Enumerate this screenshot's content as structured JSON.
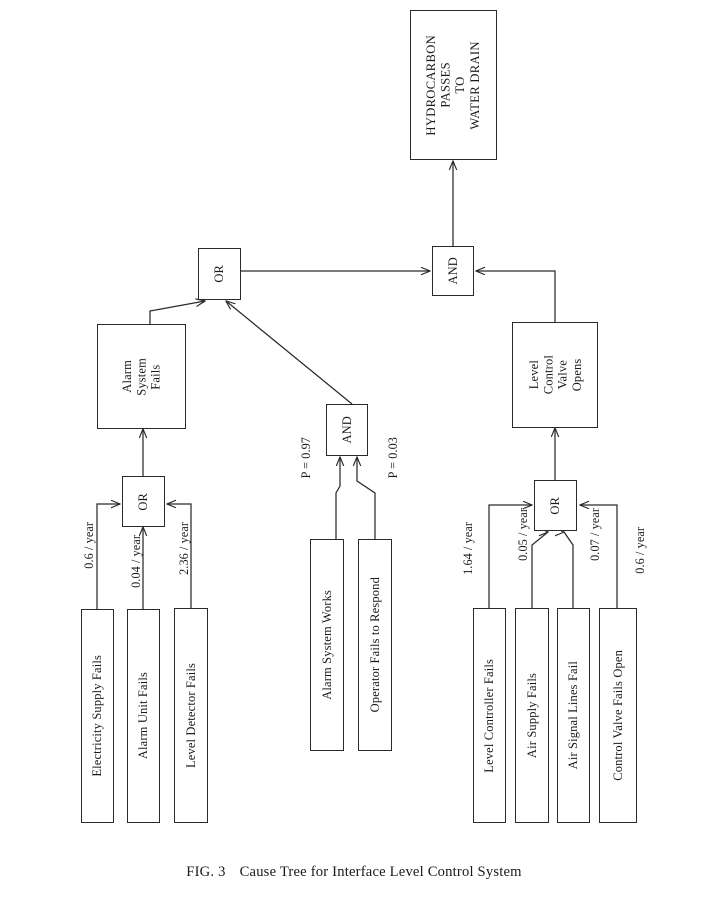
{
  "figure": {
    "number": "FIG. 3",
    "caption": "Cause Tree for Interface Level Control System",
    "ink_color": "#2a2a2a",
    "background": "#ffffff"
  },
  "top_event": {
    "label": "HYDROCARBON\nPASSES\nTO\nWATER DRAIN"
  },
  "gates": {
    "top_and": {
      "label": "AND"
    },
    "left_or": {
      "label": "OR"
    },
    "alarm_or": {
      "label": "OR"
    },
    "middle_and": {
      "label": "AND"
    },
    "valve_or": {
      "label": "OR"
    }
  },
  "intermediate_events": {
    "alarm_system_fails": {
      "label": "Alarm\nSystem\nFails"
    },
    "level_control_valve_opens": {
      "label": "Level\nControl\nValve\nOpens"
    }
  },
  "basic_events": {
    "left_branch": [
      {
        "label": "Electricity Supply Fails",
        "rate": "0.6 / year"
      },
      {
        "label": "Alarm Unit Fails",
        "rate": "0.04 / year"
      },
      {
        "label": "Level Detector Fails",
        "rate": "2.36 / year"
      }
    ],
    "middle_branch": [
      {
        "label": "Alarm System Works",
        "probability": "P = 0.97"
      },
      {
        "label": "Operator Fails to Respond",
        "probability": "P = 0.03"
      }
    ],
    "right_branch": [
      {
        "label": "Level Controller Fails",
        "rate": "1.64 / year"
      },
      {
        "label": "Air Supply Fails",
        "rate": "0.05 / year"
      },
      {
        "label": "Air Signal Lines Fail",
        "rate": "0.07 / year"
      },
      {
        "label": "Control Valve Fails Open",
        "rate": "0.6 / year"
      }
    ]
  },
  "chart_data": {
    "type": "diagram",
    "diagram_kind": "fault-tree",
    "title": "Cause Tree for Interface Level Control System",
    "nodes": [
      {
        "id": "top",
        "kind": "top-event",
        "label": "HYDROCARBON PASSES TO WATER DRAIN"
      },
      {
        "id": "and_top",
        "kind": "gate",
        "label": "AND"
      },
      {
        "id": "or_left",
        "kind": "gate",
        "label": "OR"
      },
      {
        "id": "alarm_fails",
        "kind": "intermediate",
        "label": "Alarm System Fails"
      },
      {
        "id": "or_alarm",
        "kind": "gate",
        "label": "OR"
      },
      {
        "id": "and_mid",
        "kind": "gate",
        "label": "AND"
      },
      {
        "id": "valve_opens",
        "kind": "intermediate",
        "label": "Level Control Valve Opens"
      },
      {
        "id": "or_valve",
        "kind": "gate",
        "label": "OR"
      },
      {
        "id": "elec",
        "kind": "basic",
        "label": "Electricity Supply Fails",
        "value": "0.6 / year"
      },
      {
        "id": "alarm_unit",
        "kind": "basic",
        "label": "Alarm Unit Fails",
        "value": "0.04 / year"
      },
      {
        "id": "detector",
        "kind": "basic",
        "label": "Level Detector Fails",
        "value": "2.36 / year"
      },
      {
        "id": "alarm_works",
        "kind": "basic",
        "label": "Alarm System Works",
        "value": "P = 0.97"
      },
      {
        "id": "operator",
        "kind": "basic",
        "label": "Operator Fails to Respond",
        "value": "P = 0.03"
      },
      {
        "id": "controller",
        "kind": "basic",
        "label": "Level Controller Fails",
        "value": "1.64 / year"
      },
      {
        "id": "air_supply",
        "kind": "basic",
        "label": "Air Supply Fails",
        "value": "0.05 / year"
      },
      {
        "id": "air_lines",
        "kind": "basic",
        "label": "Air Signal Lines Fail",
        "value": "0.07 / year"
      },
      {
        "id": "ctrl_valve",
        "kind": "basic",
        "label": "Control Valve Fails Open",
        "value": "0.6 / year"
      }
    ],
    "edges": [
      {
        "from": "and_top",
        "to": "top"
      },
      {
        "from": "or_left",
        "to": "and_top"
      },
      {
        "from": "valve_opens",
        "to": "and_top"
      },
      {
        "from": "alarm_fails",
        "to": "or_left"
      },
      {
        "from": "and_mid",
        "to": "or_left"
      },
      {
        "from": "or_alarm",
        "to": "alarm_fails"
      },
      {
        "from": "elec",
        "to": "or_alarm",
        "label": "0.6 / year"
      },
      {
        "from": "alarm_unit",
        "to": "or_alarm",
        "label": "0.04 / year"
      },
      {
        "from": "detector",
        "to": "or_alarm",
        "label": "2.36 / year"
      },
      {
        "from": "alarm_works",
        "to": "and_mid",
        "label": "P = 0.97"
      },
      {
        "from": "operator",
        "to": "and_mid",
        "label": "P = 0.03"
      },
      {
        "from": "or_valve",
        "to": "valve_opens"
      },
      {
        "from": "controller",
        "to": "or_valve",
        "label": "1.64 / year"
      },
      {
        "from": "air_supply",
        "to": "or_valve",
        "label": "0.05 / year"
      },
      {
        "from": "air_lines",
        "to": "or_valve",
        "label": "0.07 / year"
      },
      {
        "from": "ctrl_valve",
        "to": "or_valve",
        "label": "0.6 / year"
      }
    ]
  }
}
